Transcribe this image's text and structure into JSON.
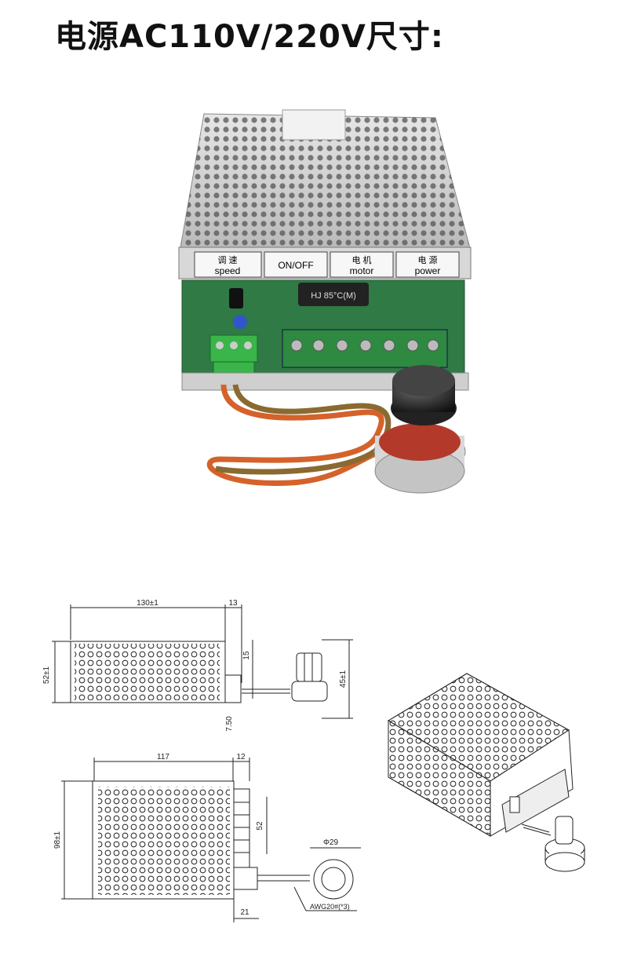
{
  "header": {
    "title": "电源AC110V/220V尺寸:"
  },
  "photo": {
    "panel_labels": [
      {
        "cn": "调 速",
        "en": "speed"
      },
      {
        "cn": "",
        "en": "ON/OFF"
      },
      {
        "cn": "电 机",
        "en": "motor"
      },
      {
        "cn": "电 源",
        "en": "power"
      }
    ],
    "capacitor_text": "HJ 85°C(M)"
  },
  "dimensions": {
    "side_width": "130±1",
    "side_extra": "13",
    "side_height": "52±1",
    "side_15": "15",
    "side_750": "7.50",
    "pot_height": "45±1",
    "top_width": "117",
    "top_extra": "12",
    "top_height": "98±1",
    "terminal_span": "52",
    "pot_dia": "Φ29",
    "bottom_21": "21",
    "wire": "AWG20#(*3)"
  }
}
